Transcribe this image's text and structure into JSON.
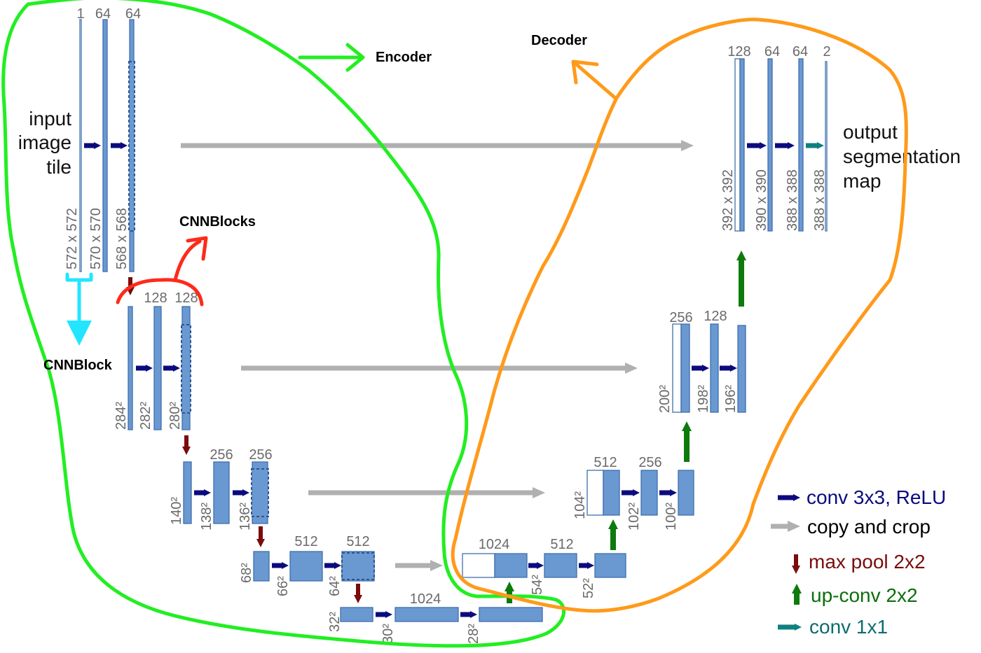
{
  "annotations": {
    "encoder": "Encoder",
    "decoder": "Decoder",
    "cnnblocks": "CNNBlocks",
    "cnnblock": "CNNBlock"
  },
  "input_label": [
    "input",
    "image",
    "tile"
  ],
  "output_label": [
    "output",
    "segmentation",
    "map"
  ],
  "channels": {
    "l1": [
      "1",
      "64",
      "64"
    ],
    "l2": [
      "128",
      "128"
    ],
    "l3": [
      "256",
      "256"
    ],
    "l4": [
      "512",
      "512"
    ],
    "l5": "1024",
    "d4": [
      "1024",
      "512"
    ],
    "d3": [
      "512",
      "256"
    ],
    "d2": [
      "256",
      "128"
    ],
    "d1": [
      "128",
      "64",
      "64",
      "2"
    ]
  },
  "sizes": {
    "l1": [
      "572 x 572",
      "570 x 570",
      "568 x 568"
    ],
    "l2": [
      "284²",
      "282²",
      "280²"
    ],
    "l3": [
      "140²",
      "138²",
      "136²"
    ],
    "l4": [
      "68²",
      "66²",
      "64²"
    ],
    "l5": [
      "32²",
      "30²",
      "28²"
    ],
    "d4": [
      "54²",
      "52²"
    ],
    "d3": [
      "104²",
      "102²",
      "100²"
    ],
    "d2": [
      "200²",
      "198²",
      "196²"
    ],
    "d1": [
      "392 x 392",
      "390 x 390",
      "388 x 388",
      "388 x 388"
    ]
  },
  "legend": [
    {
      "label": "conv 3x3, ReLU",
      "color": "#0b0b7e",
      "icon": "arrow-right-navy-icon"
    },
    {
      "label": "copy and crop",
      "color": "#000000",
      "icon": "arrow-right-gray-icon"
    },
    {
      "label": "max pool 2x2",
      "color": "#7a0c0c",
      "icon": "arrow-down-darkred-icon"
    },
    {
      "label": "up-conv 2x2",
      "color": "#0c6e0c",
      "icon": "arrow-up-green-icon"
    },
    {
      "label": "conv 1x1",
      "color": "#0f6b6e",
      "icon": "arrow-right-teal-icon"
    }
  ],
  "colors": {
    "feature_map": "#6a98d0",
    "conv_arrow": "#0b0b7e",
    "copy_arrow": "#b0b0b0",
    "pool_arrow": "#7a0c0c",
    "upconv_arrow": "#0c7a0c",
    "conv1x1_arrow": "#0f8080",
    "encoder_outline": "#22ee22",
    "decoder_outline": "#ff9a1a",
    "cnnblocks_outline": "#ff2a1a",
    "cnnblock_marker": "#22e6ff"
  }
}
